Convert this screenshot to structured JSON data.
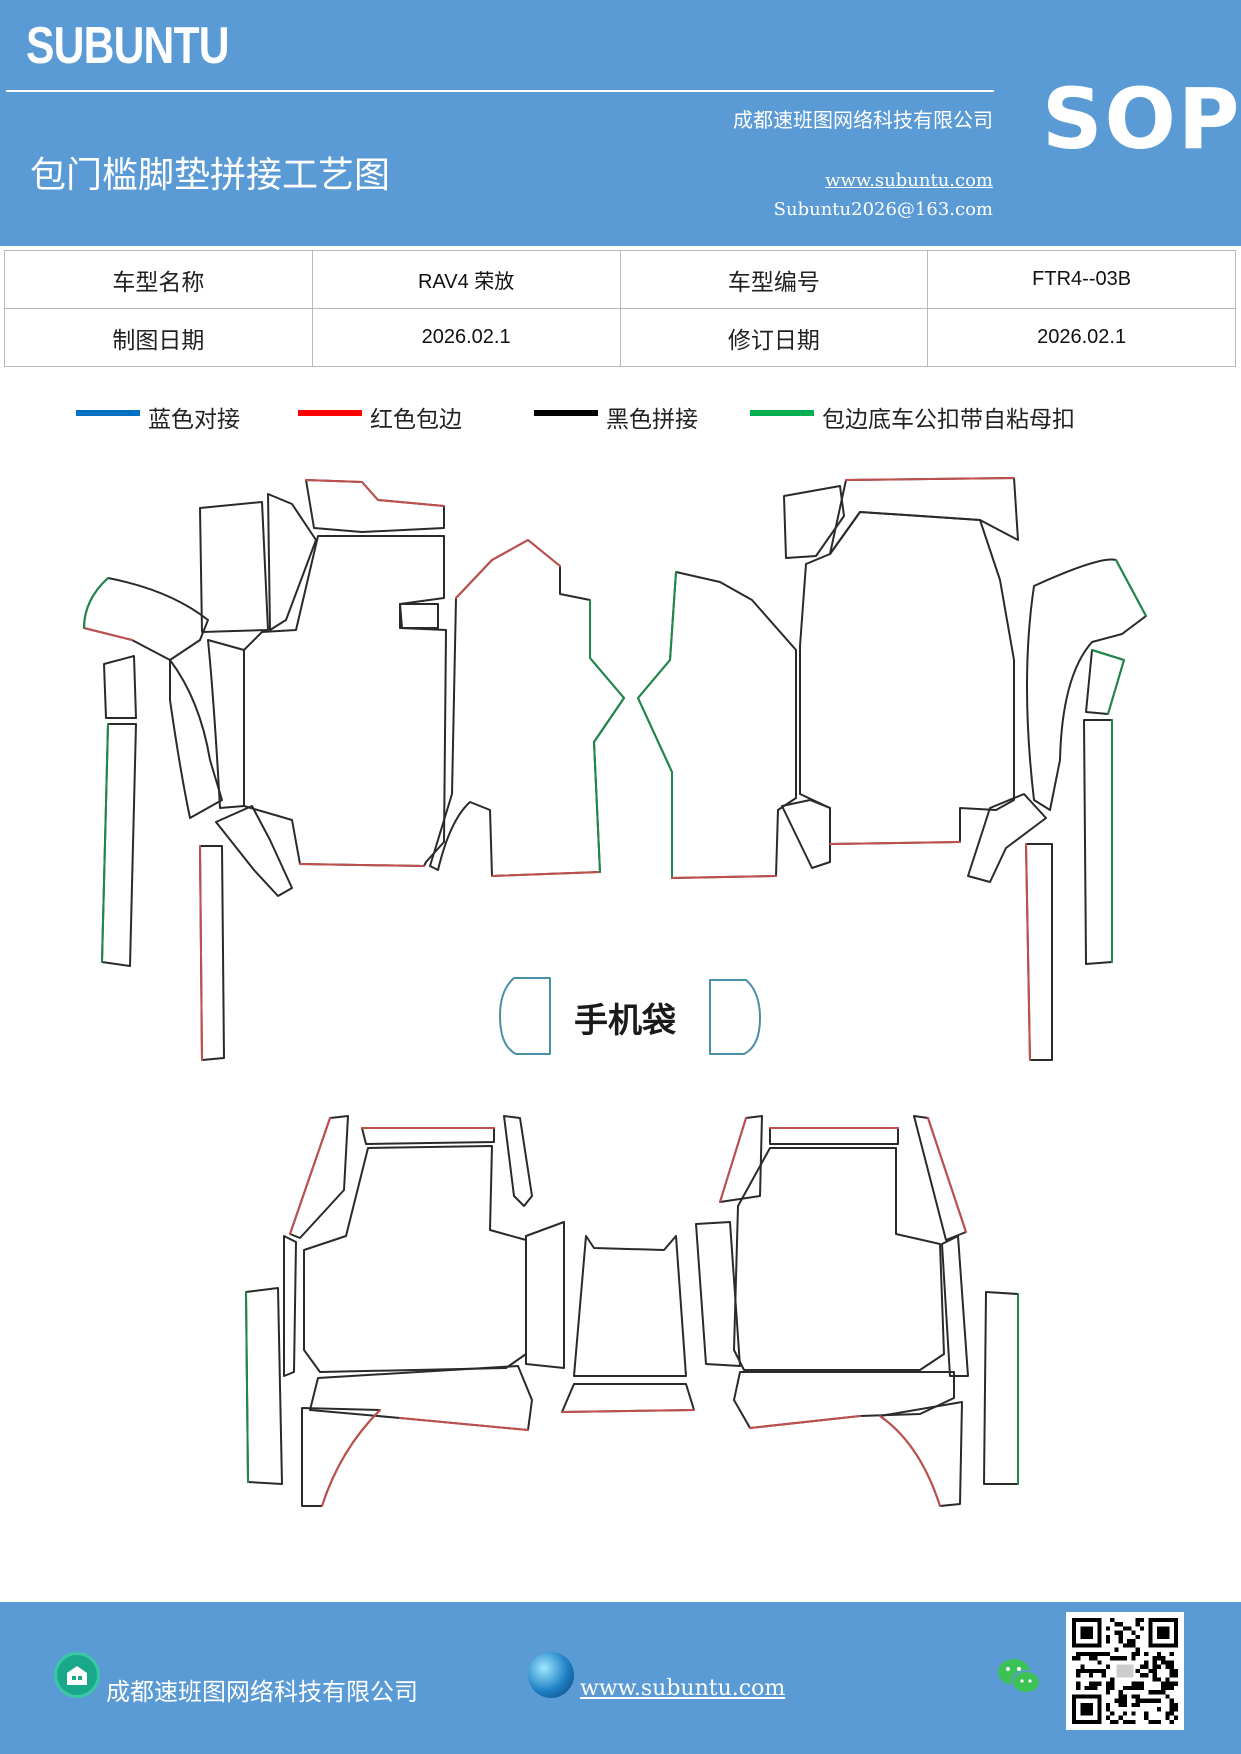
{
  "header": {
    "brand": "SUBUNTU",
    "company": "成都速班图网络科技有限公司",
    "title": "包门槛脚垫拼接工艺图",
    "website": "www.subuntu.com",
    "email": "Subuntu2026@163.com",
    "badge": "SOP"
  },
  "info_table": {
    "model_name_label": "车型名称",
    "model_name_value": "RAV4 荣放",
    "model_code_label": "车型编号",
    "model_code_value": "FTR4--03B",
    "draw_date_label": "制图日期",
    "draw_date_value": "2026.02.1",
    "revise_date_label": "修订日期",
    "revise_date_value": "2026.02.1"
  },
  "legend": [
    {
      "label": "蓝色对接",
      "color": "#0070c0"
    },
    {
      "label": "红色包边",
      "color": "#ff0000"
    },
    {
      "label": "黑色拼接",
      "color": "#000000"
    },
    {
      "label": "包边底车公扣带自粘母扣",
      "color": "#00b050"
    }
  ],
  "diagram": {
    "pocket_label": "手机袋",
    "colors": {
      "outline": "#2a2a2a",
      "edge_red": "#c0504d",
      "edge_green": "#1e8a4a",
      "edge_blue": "#4a90a4"
    }
  },
  "footer": {
    "company": "成都速班图网络科技有限公司",
    "website": "www.subuntu.com"
  }
}
